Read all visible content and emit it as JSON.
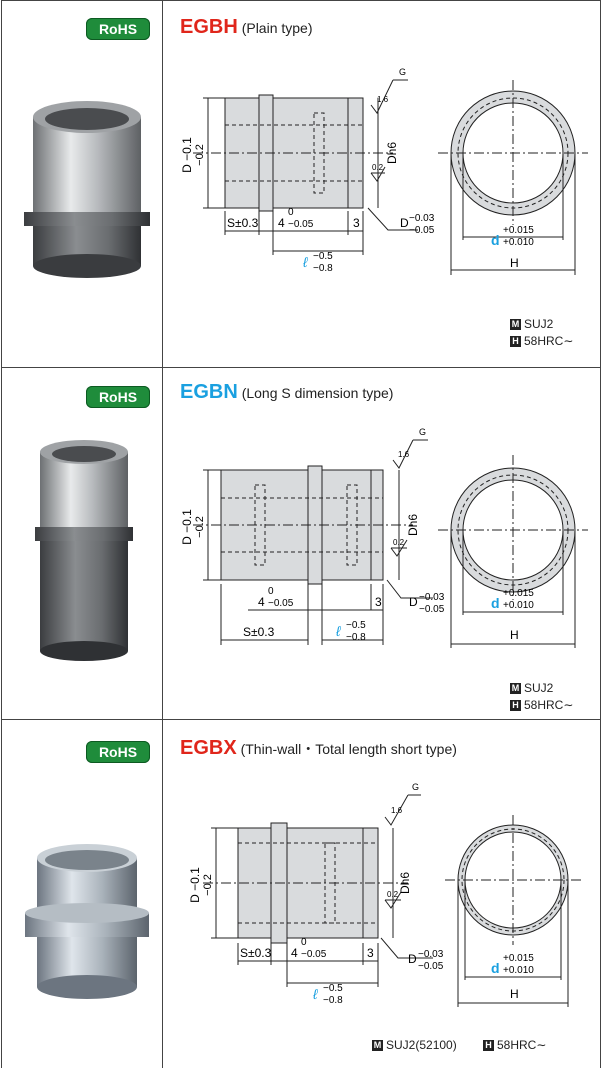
{
  "badge_rohs": "RoHS",
  "sections": [
    {
      "code": "EGBH",
      "title": "(Plain type)",
      "dims": {
        "d_tol_top": "−0.1",
        "d_tol_bot": "−0.2",
        "D": "D",
        "Dh6": "Dh6",
        "S": "S±0.3",
        "four": "4",
        "four_top": "0",
        "four_bot": "−0.05",
        "three": "3",
        "Dt_top": "−0.03",
        "Dt_bot": "−0.05",
        "l": "ℓ",
        "l_top": "−0.5",
        "l_bot": "−0.8",
        "d": "d",
        "d_top": "+0.015",
        "d_bot": "+0.010",
        "H": "H",
        "r1": "1.6",
        "r2": "0.2",
        "G": "G"
      },
      "spec_m": "SUJ2",
      "spec_h": "58HRC∼"
    },
    {
      "code": "EGBN",
      "title": "(Long S dimension type)",
      "dims": {
        "d_tol_top": "−0.1",
        "d_tol_bot": "−0.2",
        "D": "D",
        "Dh6": "Dh6",
        "S": "S±0.3",
        "four": "4",
        "four_top": "0",
        "four_bot": "−0.05",
        "three": "3",
        "Dt_top": "−0.03",
        "Dt_bot": "−0.05",
        "l": "ℓ",
        "l_top": "−0.5",
        "l_bot": "−0.8",
        "d": "d",
        "d_top": "+0.015",
        "d_bot": "+0.010",
        "H": "H",
        "r1": "1.6",
        "r2": "0.2",
        "G": "G"
      },
      "spec_m": "SUJ2",
      "spec_h": "58HRC∼"
    },
    {
      "code": "EGBX",
      "title": "(Thin-wall・Total length short type)",
      "dims": {
        "d_tol_top": "−0.1",
        "d_tol_bot": "−0.2",
        "D": "D",
        "Dh6": "Dh6",
        "S": "S±0.3",
        "four": "4",
        "four_top": "0",
        "four_bot": "−0.05",
        "three": "3",
        "Dt_top": "−0.03",
        "Dt_bot": "−0.05",
        "l": "ℓ",
        "l_top": "−0.5",
        "l_bot": "−0.8",
        "d": "d",
        "d_top": "+0.015",
        "d_bot": "+0.010",
        "H": "H",
        "r1": "1.6",
        "r2": "0.2",
        "G": "G"
      },
      "spec_m": "SUJ2(52100)",
      "spec_h": "58HRC∼"
    }
  ],
  "colors": {
    "red": "#e0261b",
    "blue": "#1aa0e0",
    "green": "#1f8c3b",
    "part_gray": "#d9dbdd"
  }
}
